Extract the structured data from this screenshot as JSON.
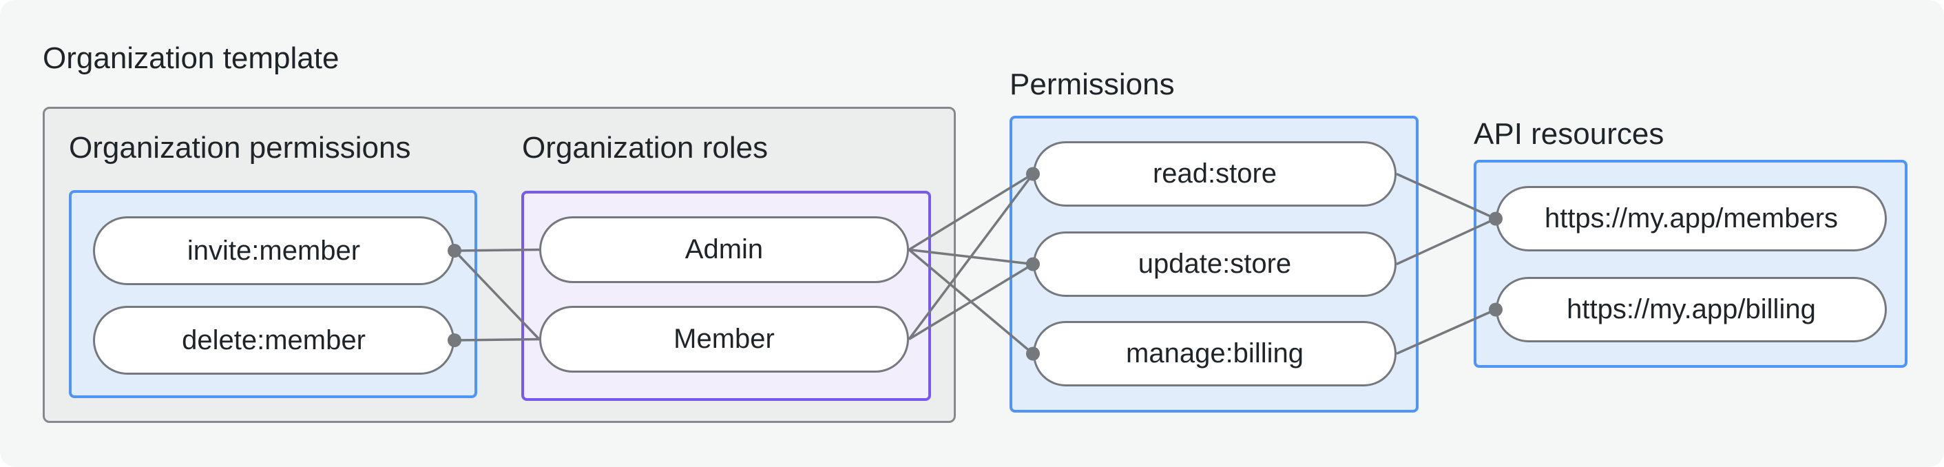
{
  "groups": {
    "org_template": {
      "label": "Organization template"
    },
    "org_permissions": {
      "label": "Organization permissions"
    },
    "org_roles": {
      "label": "Organization roles"
    },
    "permissions": {
      "label": "Permissions"
    },
    "api_resources": {
      "label": "API resources"
    }
  },
  "nodes": {
    "invite": {
      "label": "invite:member"
    },
    "delete": {
      "label": "delete:member"
    },
    "admin": {
      "label": "Admin"
    },
    "member": {
      "label": "Member"
    },
    "read": {
      "label": "read:store"
    },
    "update": {
      "label": "update:store"
    },
    "manage": {
      "label": "manage:billing"
    },
    "members_api": {
      "label": "https://my.app/members"
    },
    "billing_api": {
      "label": "https://my.app/billing"
    }
  },
  "edges": [
    {
      "from": "invite",
      "from_side": "right",
      "to": "admin",
      "to_side": "left"
    },
    {
      "from": "invite",
      "from_side": "right",
      "to": "member",
      "to_side": "left"
    },
    {
      "from": "delete",
      "from_side": "right",
      "to": "member",
      "to_side": "left"
    },
    {
      "from": "admin",
      "from_side": "right",
      "to": "read",
      "to_side": "left"
    },
    {
      "from": "admin",
      "from_side": "right",
      "to": "update",
      "to_side": "left"
    },
    {
      "from": "admin",
      "from_side": "right",
      "to": "manage",
      "to_side": "left"
    },
    {
      "from": "member",
      "from_side": "right",
      "to": "read",
      "to_side": "left"
    },
    {
      "from": "member",
      "from_side": "right",
      "to": "update",
      "to_side": "left"
    },
    {
      "from": "read",
      "from_side": "right",
      "to": "members_api",
      "to_side": "left"
    },
    {
      "from": "update",
      "from_side": "right",
      "to": "members_api",
      "to_side": "left"
    },
    {
      "from": "manage",
      "from_side": "right",
      "to": "billing_api",
      "to_side": "left"
    }
  ],
  "dots": [
    {
      "node": "invite",
      "side": "right"
    },
    {
      "node": "delete",
      "side": "right"
    },
    {
      "node": "read",
      "side": "left"
    },
    {
      "node": "update",
      "side": "left"
    },
    {
      "node": "manage",
      "side": "left"
    },
    {
      "node": "members_api",
      "side": "left"
    },
    {
      "node": "billing_api",
      "side": "left"
    }
  ],
  "colors": {
    "background": "#F5F7F7",
    "container_fill": "#ECEEED",
    "container_border": "#85898D",
    "blue_fill": "#E1EDFB",
    "blue_border": "#4E95F7",
    "purple_fill": "#F3EEFC",
    "purple_border": "#7958F2",
    "node_fill": "#FFFFFF",
    "node_border": "#75797D",
    "edge": "#75797D",
    "text": "#1F2428"
  }
}
